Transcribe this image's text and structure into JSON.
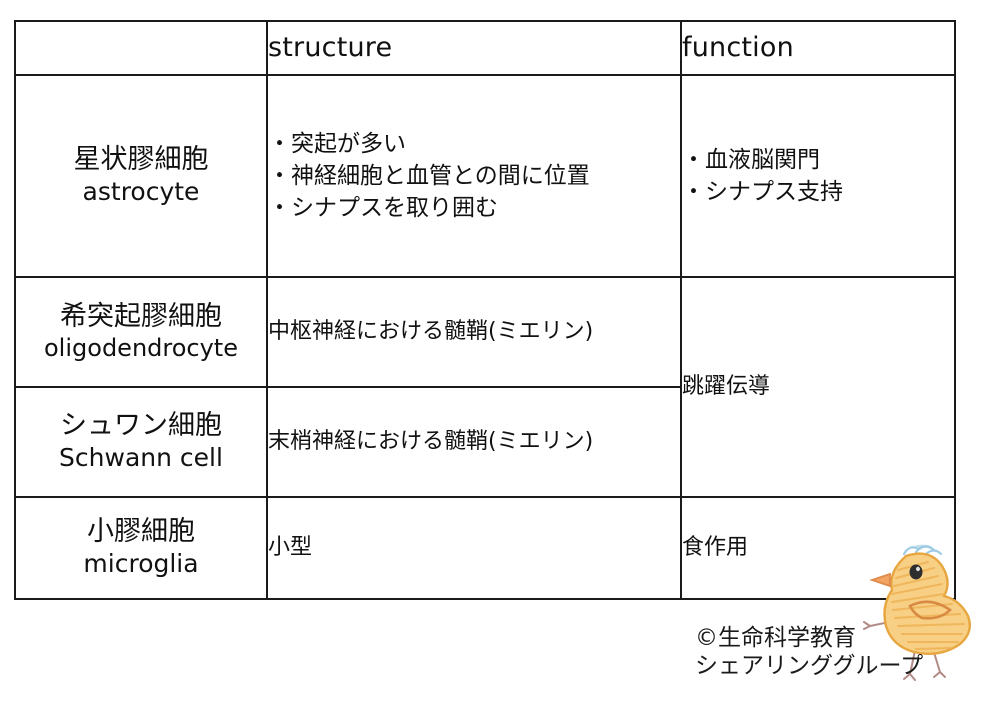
{
  "table": {
    "headers": [
      "",
      "structure",
      "function"
    ],
    "rows": [
      {
        "name_jp": "星状膠細胞",
        "name_en": "astrocyte",
        "structure_lines": [
          "・突起が多い",
          "・神経細胞と血管との間に位置",
          "・シナプスを取り囲む"
        ],
        "function_lines": [
          "・血液脳関門",
          "・シナプス支持"
        ]
      },
      {
        "name_jp": "希突起膠細胞",
        "name_en": "oligodendrocyte",
        "structure_lines": [
          "中枢神経における髄鞘(ミエリン)"
        ],
        "function_lines": [
          "跳躍伝導"
        ]
      },
      {
        "name_jp": "シュワン細胞",
        "name_en": "Schwann cell",
        "structure_lines": [
          "末梢神経における髄鞘(ミエリン)"
        ],
        "function_lines": []
      },
      {
        "name_jp": "小膠細胞",
        "name_en": "microglia",
        "structure_lines": [
          "小型"
        ],
        "function_lines": [
          "食作用"
        ]
      }
    ]
  },
  "credit": {
    "line1": "©生命科学教育",
    "line2": "シェアリンググループ"
  },
  "illustration": {
    "name": "chick-illustration",
    "body_color": "#f5c26b",
    "outline_color": "#e8a33d",
    "beak_color": "#ef8b52",
    "tuft_color": "#9ecbe3",
    "eye_color": "#2b2b2b",
    "leg_color": "#b08a8a"
  },
  "colors": {
    "name_cell_background": "#dcebf3",
    "border": "#1a1a1a",
    "text": "#111111",
    "page_background": "#ffffff"
  }
}
